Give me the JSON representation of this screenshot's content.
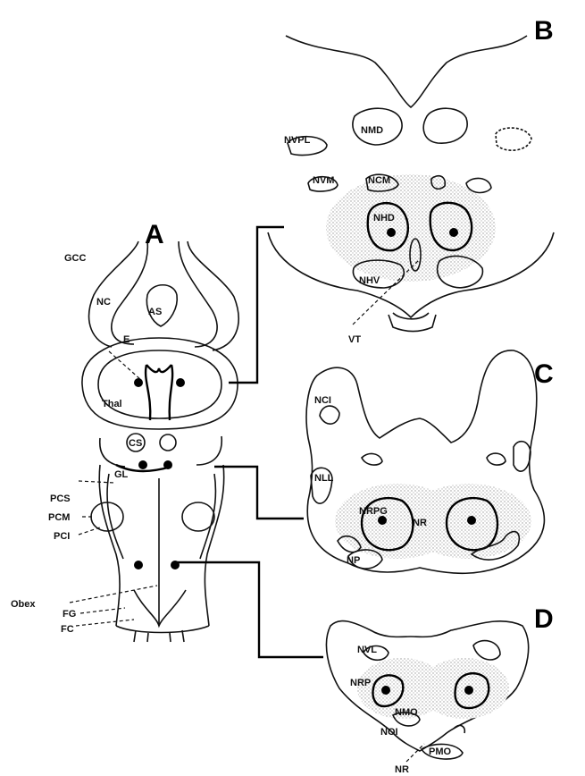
{
  "panels": {
    "a": "A",
    "b": "B",
    "c": "C",
    "d": "D"
  },
  "a_labels": {
    "gcc": "GCC",
    "nc": "NC",
    "as": "AS",
    "e": "E",
    "thal": "Thal",
    "cs": "CS",
    "gl": "GL",
    "pcs": "PCS",
    "pcm": "PCM",
    "pci": "PCI",
    "obex": "Obex",
    "fg": "FG",
    "fc": "FC"
  },
  "b_labels": {
    "nvpl": "NVPL",
    "nmd": "NMD",
    "nvm": "NVM",
    "ncm": "NCM",
    "nhd": "NHD",
    "nhv": "NHV",
    "vt": "VT"
  },
  "c_labels": {
    "nci": "NCI",
    "nll": "NLL",
    "nrpg": "NRPG",
    "nr": "NR",
    "np": "NP"
  },
  "d_labels": {
    "nvl": "NVL",
    "nrp": "NRP",
    "nmo": "NMO",
    "noi": "NOI",
    "pmo": "PMO",
    "nr": "NR"
  }
}
